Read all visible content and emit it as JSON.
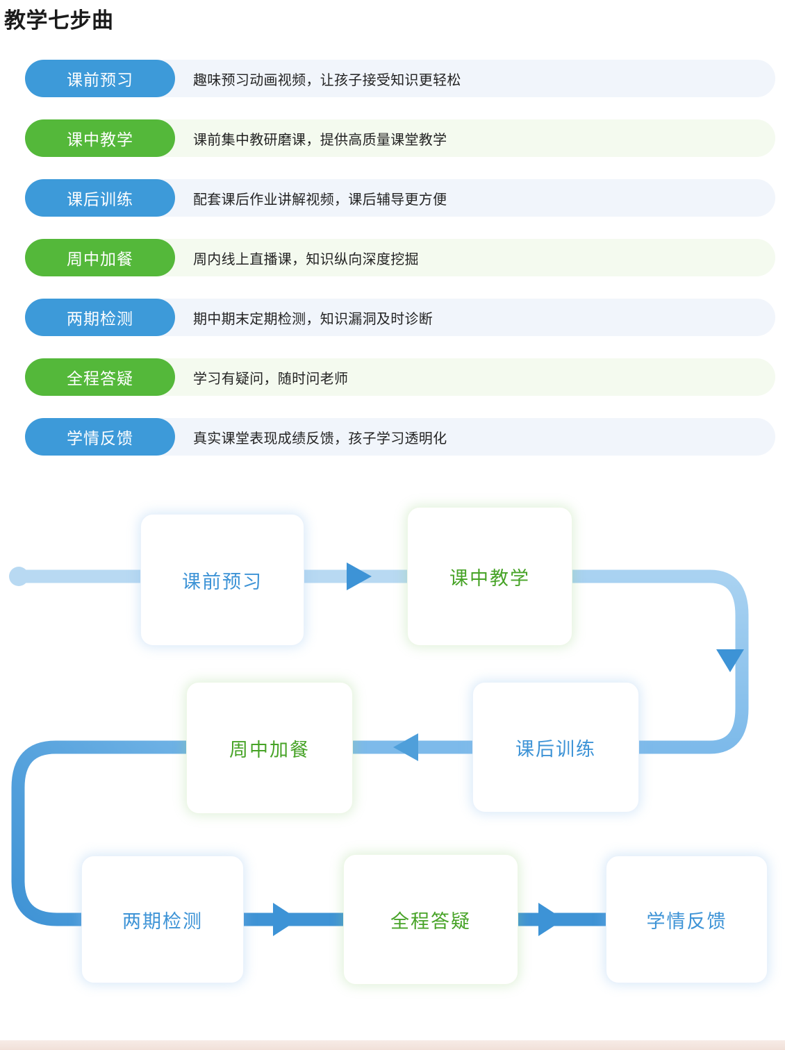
{
  "page": {
    "title": "教学七步曲",
    "colors": {
      "blue": "#3d9ad9",
      "green": "#54b83a",
      "blue_tint": "#f1f5fb",
      "green_tint": "#f4faef",
      "node_blue_text": "#3d93d6",
      "node_green_text": "#47a327",
      "line_light": "#b3d7f2",
      "line_dark": "#4f9fda",
      "bottom_strip": "#f1e0d8"
    }
  },
  "steps": [
    {
      "label": "课前预习",
      "desc": "趣味预习动画视频，让孩子接受知识更轻松",
      "color": "blue"
    },
    {
      "label": "课中教学",
      "desc": "课前集中教研磨课，提供高质量课堂教学",
      "color": "green"
    },
    {
      "label": "课后训练",
      "desc": "配套课后作业讲解视频，课后辅导更方便",
      "color": "blue"
    },
    {
      "label": "周中加餐",
      "desc": "周内线上直播课，知识纵向深度挖掘",
      "color": "green"
    },
    {
      "label": "两期检测",
      "desc": "期中期末定期检测，知识漏洞及时诊断",
      "color": "blue"
    },
    {
      "label": "全程答疑",
      "desc": "学习有疑问，随时问老师",
      "color": "green"
    },
    {
      "label": "学情反馈",
      "desc": "真实课堂表现成绩反馈，孩子学习透明化",
      "color": "blue"
    }
  ],
  "flow": {
    "nodes": [
      {
        "label": "课前预习",
        "color": "blue"
      },
      {
        "label": "课中教学",
        "color": "green"
      },
      {
        "label": "课后训练",
        "color": "blue"
      },
      {
        "label": "周中加餐",
        "color": "green"
      },
      {
        "label": "两期检测",
        "color": "blue"
      },
      {
        "label": "全程答疑",
        "color": "green"
      },
      {
        "label": "学情反馈",
        "color": "blue"
      }
    ],
    "order": [
      "课前预习",
      "课中教学",
      "课后训练",
      "周中加餐",
      "两期检测",
      "全程答疑",
      "学情反馈"
    ]
  }
}
